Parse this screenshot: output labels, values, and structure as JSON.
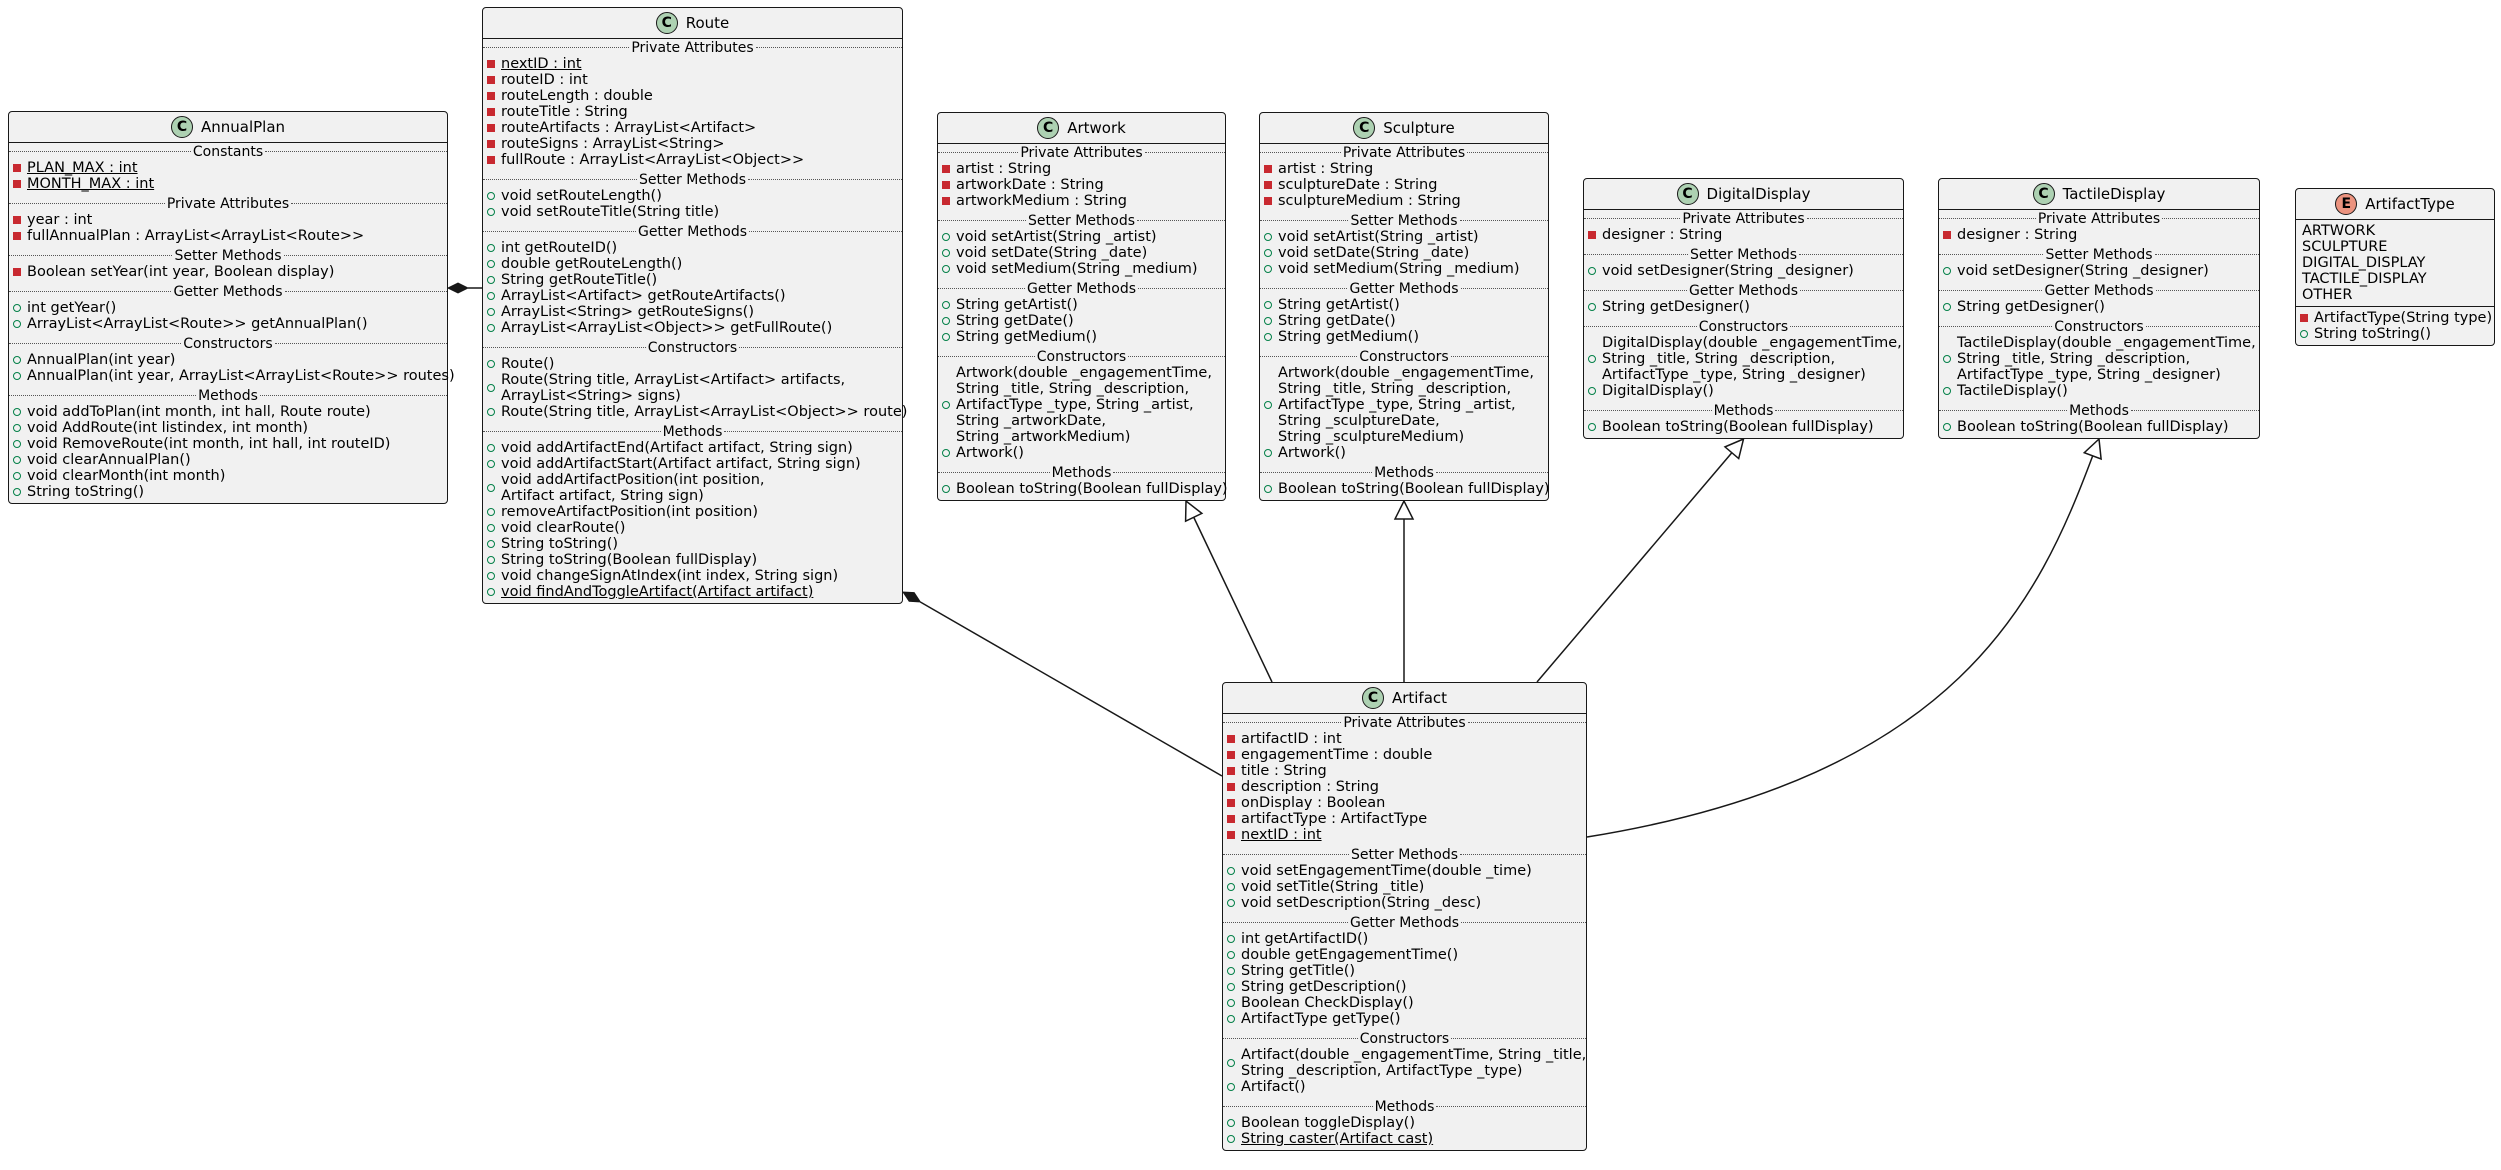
{
  "classes": {
    "annual_plan": {
      "name": "AnnualPlan",
      "sections": [
        {
          "title": "Constants",
          "rows": [
            {
              "vis": "private",
              "text": "PLAN_MAX : int",
              "static": true
            },
            {
              "vis": "private",
              "text": "MONTH_MAX : int",
              "static": true
            }
          ]
        },
        {
          "title": "Private Attributes",
          "rows": [
            {
              "vis": "private",
              "text": "year : int"
            },
            {
              "vis": "private",
              "text": "fullAnnualPlan : ArrayList<ArrayList<Route>>"
            }
          ]
        },
        {
          "title": "Setter Methods",
          "rows": [
            {
              "vis": "private",
              "text": "Boolean setYear(int year, Boolean display)"
            }
          ]
        },
        {
          "title": "Getter Methods",
          "rows": [
            {
              "vis": "public",
              "text": "int getYear()"
            },
            {
              "vis": "public",
              "text": "ArrayList<ArrayList<Route>> getAnnualPlan()"
            }
          ]
        },
        {
          "title": "Constructors",
          "rows": [
            {
              "vis": "public",
              "text": "AnnualPlan(int year)"
            },
            {
              "vis": "public",
              "text": "AnnualPlan(int year, ArrayList<ArrayList<Route>> routes)"
            }
          ]
        },
        {
          "title": "Methods",
          "rows": [
            {
              "vis": "public",
              "text": "void addToPlan(int month, int hall, Route route)"
            },
            {
              "vis": "public",
              "text": "void AddRoute(int listindex, int month)"
            },
            {
              "vis": "public",
              "text": "void RemoveRoute(int month, int hall, int routeID)"
            },
            {
              "vis": "public",
              "text": "void clearAnnualPlan()"
            },
            {
              "vis": "public",
              "text": "void clearMonth(int month)"
            },
            {
              "vis": "public",
              "text": "String toString()"
            }
          ]
        }
      ]
    },
    "route": {
      "name": "Route",
      "sections": [
        {
          "title": "Private Attributes",
          "rows": [
            {
              "vis": "private",
              "text": "nextID : int",
              "static": true
            },
            {
              "vis": "private",
              "text": "routeID : int"
            },
            {
              "vis": "private",
              "text": "routeLength : double"
            },
            {
              "vis": "private",
              "text": "routeTitle : String"
            },
            {
              "vis": "private",
              "text": "routeArtifacts : ArrayList<Artifact>"
            },
            {
              "vis": "private",
              "text": "routeSigns : ArrayList<String>"
            },
            {
              "vis": "private",
              "text": "fullRoute : ArrayList<ArrayList<Object>>"
            }
          ]
        },
        {
          "title": "Setter Methods",
          "rows": [
            {
              "vis": "public",
              "text": "void setRouteLength()"
            },
            {
              "vis": "public",
              "text": "void setRouteTitle(String title)"
            }
          ]
        },
        {
          "title": "Getter Methods",
          "rows": [
            {
              "vis": "public",
              "text": "int getRouteID()"
            },
            {
              "vis": "public",
              "text": "double getRouteLength()"
            },
            {
              "vis": "public",
              "text": "String getRouteTitle()"
            },
            {
              "vis": "public",
              "text": "ArrayList<Artifact> getRouteArtifacts()"
            },
            {
              "vis": "public",
              "text": "ArrayList<String> getRouteSigns()"
            },
            {
              "vis": "public",
              "text": "ArrayList<ArrayList<Object>> getFullRoute()"
            }
          ]
        },
        {
          "title": "Constructors",
          "rows": [
            {
              "vis": "public",
              "text": "Route()"
            },
            {
              "vis": "public",
              "text": "Route(String title, ArrayList<Artifact> artifacts,\nArrayList<String> signs)"
            },
            {
              "vis": "public",
              "text": "Route(String title, ArrayList<ArrayList<Object>> route)"
            }
          ]
        },
        {
          "title": "Methods",
          "rows": [
            {
              "vis": "public",
              "text": "void addArtifactEnd(Artifact artifact, String sign)"
            },
            {
              "vis": "public",
              "text": "void addArtifactStart(Artifact artifact, String sign)"
            },
            {
              "vis": "public",
              "text": "void addArtifactPosition(int position,\nArtifact artifact, String sign)"
            },
            {
              "vis": "public",
              "text": "removeArtifactPosition(int position)"
            },
            {
              "vis": "public",
              "text": "void clearRoute()"
            },
            {
              "vis": "public",
              "text": "String toString()"
            },
            {
              "vis": "public",
              "text": "String toString(Boolean fullDisplay)"
            },
            {
              "vis": "public",
              "text": "void changeSignAtIndex(int index, String sign)"
            },
            {
              "vis": "public",
              "text": "void findAndToggleArtifact(Artifact artifact)",
              "static": true
            }
          ]
        }
      ]
    },
    "artwork": {
      "name": "Artwork",
      "sections": [
        {
          "title": "Private Attributes",
          "rows": [
            {
              "vis": "private",
              "text": "artist : String"
            },
            {
              "vis": "private",
              "text": "artworkDate : String"
            },
            {
              "vis": "private",
              "text": "artworkMedium : String"
            }
          ]
        },
        {
          "title": "Setter Methods",
          "rows": [
            {
              "vis": "public",
              "text": "void setArtist(String _artist)"
            },
            {
              "vis": "public",
              "text": "void setDate(String _date)"
            },
            {
              "vis": "public",
              "text": "void setMedium(String _medium)"
            }
          ]
        },
        {
          "title": "Getter Methods",
          "rows": [
            {
              "vis": "public",
              "text": "String getArtist()"
            },
            {
              "vis": "public",
              "text": "String getDate()"
            },
            {
              "vis": "public",
              "text": "String getMedium()"
            }
          ]
        },
        {
          "title": "Constructors",
          "rows": [
            {
              "vis": "public",
              "text": "Artwork(double _engagementTime,\nString _title, String _description,\nArtifactType _type, String _artist,\nString _artworkDate,\nString _artworkMedium)"
            },
            {
              "vis": "public",
              "text": "Artwork()"
            }
          ]
        },
        {
          "title": "Methods",
          "rows": [
            {
              "vis": "public",
              "text": "Boolean toString(Boolean fullDisplay)"
            }
          ]
        }
      ]
    },
    "sculpture": {
      "name": "Sculpture",
      "sections": [
        {
          "title": "Private Attributes",
          "rows": [
            {
              "vis": "private",
              "text": "artist : String"
            },
            {
              "vis": "private",
              "text": "sculptureDate : String"
            },
            {
              "vis": "private",
              "text": "sculptureMedium : String"
            }
          ]
        },
        {
          "title": "Setter Methods",
          "rows": [
            {
              "vis": "public",
              "text": "void setArtist(String _artist)"
            },
            {
              "vis": "public",
              "text": "void setDate(String _date)"
            },
            {
              "vis": "public",
              "text": "void setMedium(String _medium)"
            }
          ]
        },
        {
          "title": "Getter Methods",
          "rows": [
            {
              "vis": "public",
              "text": "String getArtist()"
            },
            {
              "vis": "public",
              "text": "String getDate()"
            },
            {
              "vis": "public",
              "text": "String getMedium()"
            }
          ]
        },
        {
          "title": "Constructors",
          "rows": [
            {
              "vis": "public",
              "text": "Artwork(double _engagementTime,\nString _title, String _description,\nArtifactType _type, String _artist,\nString _sculptureDate,\nString _sculptureMedium)"
            },
            {
              "vis": "public",
              "text": "Artwork()"
            }
          ]
        },
        {
          "title": "Methods",
          "rows": [
            {
              "vis": "public",
              "text": "Boolean toString(Boolean fullDisplay)"
            }
          ]
        }
      ]
    },
    "digital_display": {
      "name": "DigitalDisplay",
      "sections": [
        {
          "title": "Private Attributes",
          "rows": [
            {
              "vis": "private",
              "text": "designer : String"
            }
          ]
        },
        {
          "title": "Setter Methods",
          "rows": [
            {
              "vis": "public",
              "text": "void setDesigner(String _designer)"
            }
          ]
        },
        {
          "title": "Getter Methods",
          "rows": [
            {
              "vis": "public",
              "text": "String getDesigner()"
            }
          ]
        },
        {
          "title": "Constructors",
          "rows": [
            {
              "vis": "public",
              "text": "DigitalDisplay(double _engagementTime,\nString _title, String _description,\nArtifactType _type, String _designer)"
            },
            {
              "vis": "public",
              "text": "DigitalDisplay()"
            }
          ]
        },
        {
          "title": "Methods",
          "rows": [
            {
              "vis": "public",
              "text": "Boolean toString(Boolean fullDisplay)"
            }
          ]
        }
      ]
    },
    "tactile_display": {
      "name": "TactileDisplay",
      "sections": [
        {
          "title": "Private Attributes",
          "rows": [
            {
              "vis": "private",
              "text": "designer : String"
            }
          ]
        },
        {
          "title": "Setter Methods",
          "rows": [
            {
              "vis": "public",
              "text": "void setDesigner(String _designer)"
            }
          ]
        },
        {
          "title": "Getter Methods",
          "rows": [
            {
              "vis": "public",
              "text": "String getDesigner()"
            }
          ]
        },
        {
          "title": "Constructors",
          "rows": [
            {
              "vis": "public",
              "text": "TactileDisplay(double _engagementTime,\nString _title, String _description,\nArtifactType _type, String _designer)"
            },
            {
              "vis": "public",
              "text": "TactileDisplay()"
            }
          ]
        },
        {
          "title": "Methods",
          "rows": [
            {
              "vis": "public",
              "text": "Boolean toString(Boolean fullDisplay)"
            }
          ]
        }
      ]
    },
    "artifact": {
      "name": "Artifact",
      "sections": [
        {
          "title": "Private Attributes",
          "rows": [
            {
              "vis": "private",
              "text": "artifactID : int"
            },
            {
              "vis": "private",
              "text": "engagementTime : double"
            },
            {
              "vis": "private",
              "text": "title : String"
            },
            {
              "vis": "private",
              "text": "description : String"
            },
            {
              "vis": "private",
              "text": "onDisplay : Boolean"
            },
            {
              "vis": "private",
              "text": "artifactType : ArtifactType"
            },
            {
              "vis": "private",
              "text": "nextID : int",
              "static": true
            }
          ]
        },
        {
          "title": "Setter Methods",
          "rows": [
            {
              "vis": "public",
              "text": "void setEngagementTime(double _time)"
            },
            {
              "vis": "public",
              "text": "void setTitle(String _title)"
            },
            {
              "vis": "public",
              "text": "void setDescription(String _desc)"
            }
          ]
        },
        {
          "title": "Getter Methods",
          "rows": [
            {
              "vis": "public",
              "text": "int getArtifactID()"
            },
            {
              "vis": "public",
              "text": "double getEngagementTime()"
            },
            {
              "vis": "public",
              "text": "String getTitle()"
            },
            {
              "vis": "public",
              "text": "String getDescription()"
            },
            {
              "vis": "public",
              "text": "Boolean CheckDisplay()"
            },
            {
              "vis": "public",
              "text": "ArtifactType getType()"
            }
          ]
        },
        {
          "title": "Constructors",
          "rows": [
            {
              "vis": "public",
              "text": "Artifact(double _engagementTime, String _title,\nString _description, ArtifactType _type)"
            },
            {
              "vis": "public",
              "text": "Artifact()"
            }
          ]
        },
        {
          "title": "Methods",
          "rows": [
            {
              "vis": "public",
              "text": "Boolean toggleDisplay()"
            },
            {
              "vis": "public",
              "text": "String caster(Artifact cast)",
              "static": true
            }
          ]
        }
      ]
    }
  },
  "enum_artifact_type": {
    "name": "ArtifactType",
    "values": [
      "ARTWORK",
      "SCULPTURE",
      "DIGITAL_DISPLAY",
      "TACTILE_DISPLAY",
      "OTHER"
    ],
    "rows": [
      {
        "vis": "private",
        "text": "ArtifactType(String type)"
      },
      {
        "vis": "public",
        "text": "String toString()"
      }
    ]
  },
  "badges": {
    "class_letter": "C",
    "enum_letter": "E"
  },
  "colors": {
    "class_badge": "#add1b2",
    "enum_badge": "#eb937f",
    "box_fill": "#f1f1f1",
    "line": "#181818"
  }
}
